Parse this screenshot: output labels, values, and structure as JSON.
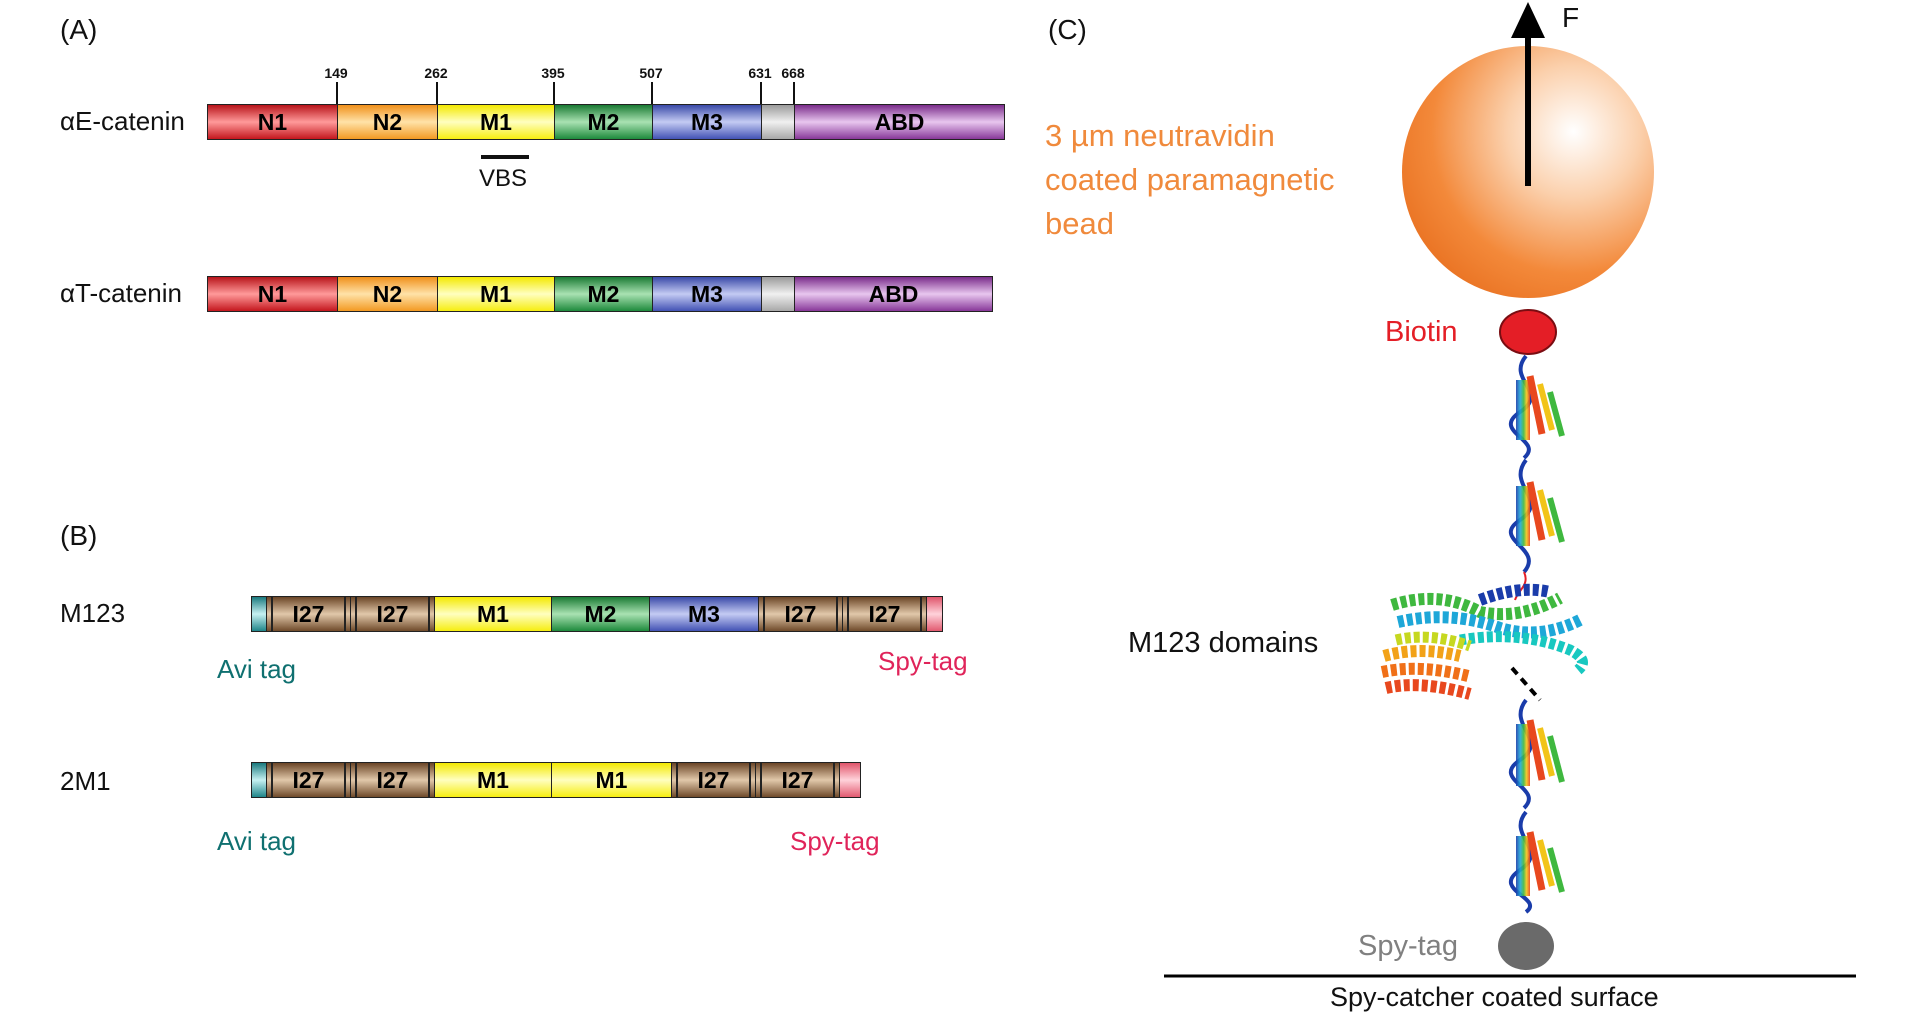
{
  "panelA": {
    "letter": "(A)",
    "ticks": [
      "149",
      "262",
      "395",
      "507",
      "631",
      "668"
    ],
    "rows": [
      {
        "name": "αE-catenin",
        "segments": [
          "N1",
          "N2",
          "M1",
          "M2",
          "M3",
          "",
          "ABD"
        ]
      },
      {
        "name": "αT-catenin",
        "segments": [
          "N1",
          "N2",
          "M1",
          "M2",
          "M3",
          "",
          "ABD"
        ]
      }
    ],
    "vbs": "VBS"
  },
  "panelB": {
    "letter": "(B)",
    "rows": [
      {
        "name": "M123",
        "segments": [
          "",
          "I27",
          "I27",
          "M1",
          "M2",
          "M3",
          "I27",
          "I27",
          ""
        ],
        "left_tag": "Avi tag",
        "right_tag": "Spy-tag"
      },
      {
        "name": "2M1",
        "segments": [
          "",
          "I27",
          "I27",
          "M1",
          "M1",
          "I27",
          "I27",
          ""
        ],
        "left_tag": "Avi tag",
        "right_tag": "Spy-tag"
      }
    ]
  },
  "panelC": {
    "letter": "(C)",
    "force": "F",
    "bead_label": [
      "3 µm neutravidin",
      "coated paramagnetic",
      "bead"
    ],
    "biotin": "Biotin",
    "domains": "M123 domains",
    "spytag": "Spy-tag",
    "surface": "Spy-catcher coated surface"
  },
  "colors": {
    "bead": "#f08a3c",
    "biotin": "#e41e26",
    "spytag_ball": "#6a6a6a",
    "avi": "#0f7070",
    "spy": "#e0245a"
  }
}
